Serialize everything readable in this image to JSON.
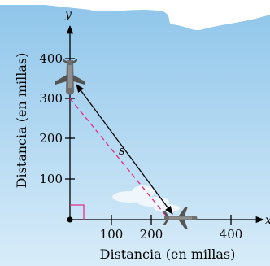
{
  "axes": {
    "x_var": "x",
    "y_var": "y",
    "x_title": "Distancia (en millas)",
    "y_title": "Distancia (en millas)",
    "x_ticks": [
      "100",
      "200",
      "400"
    ],
    "y_ticks": [
      "100",
      "200",
      "300",
      "400"
    ]
  },
  "labels": {
    "distance_label": "s"
  },
  "colors": {
    "sky_top": "#8ec5ea",
    "sky_bottom": "#d6ebf8",
    "dashed_line": "#e0338a",
    "right_angle": "#e0338a"
  },
  "icons": {
    "plane_top": "airplane-icon",
    "plane_bottom": "airplane-icon"
  }
}
